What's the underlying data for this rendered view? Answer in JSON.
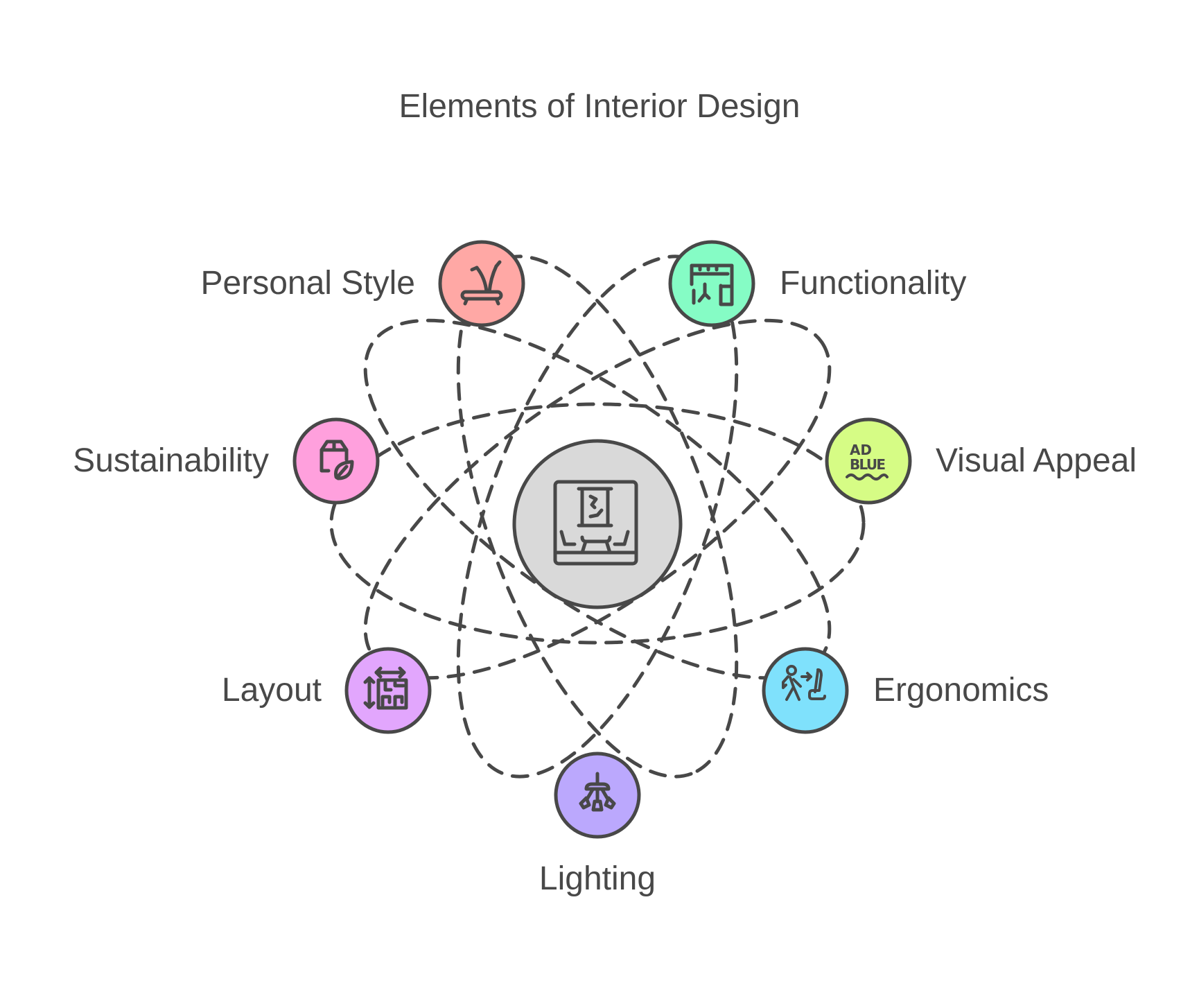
{
  "title": "Elements of Interior Design",
  "center": {
    "icon": "interior-room-icon",
    "fill": "#d9d9d9"
  },
  "nodes": [
    {
      "id": "personal-style",
      "label": "Personal Style",
      "icon": "bench-plant-icon",
      "fill": "#ffa8a5"
    },
    {
      "id": "functionality",
      "label": "Functionality",
      "icon": "floorplan-icon",
      "fill": "#85fcc5"
    },
    {
      "id": "sustainability",
      "label": "Sustainability",
      "icon": "eco-box-leaf-icon",
      "fill": "#ffa0dd"
    },
    {
      "id": "visual-appeal",
      "label": "Visual Appeal",
      "icon": "ad-blue-icon",
      "fill": "#d6fc85"
    },
    {
      "id": "layout",
      "label": "Layout",
      "icon": "layout-dimensions-icon",
      "fill": "#e2a6fd"
    },
    {
      "id": "ergonomics",
      "label": "Ergonomics",
      "icon": "person-to-seat-icon",
      "fill": "#7fe1fc"
    },
    {
      "id": "lighting",
      "label": "Lighting",
      "icon": "chandelier-icon",
      "fill": "#bba8fd"
    }
  ],
  "colors": {
    "stroke": "#484848",
    "text": "#484848",
    "background": "#ffffff"
  }
}
